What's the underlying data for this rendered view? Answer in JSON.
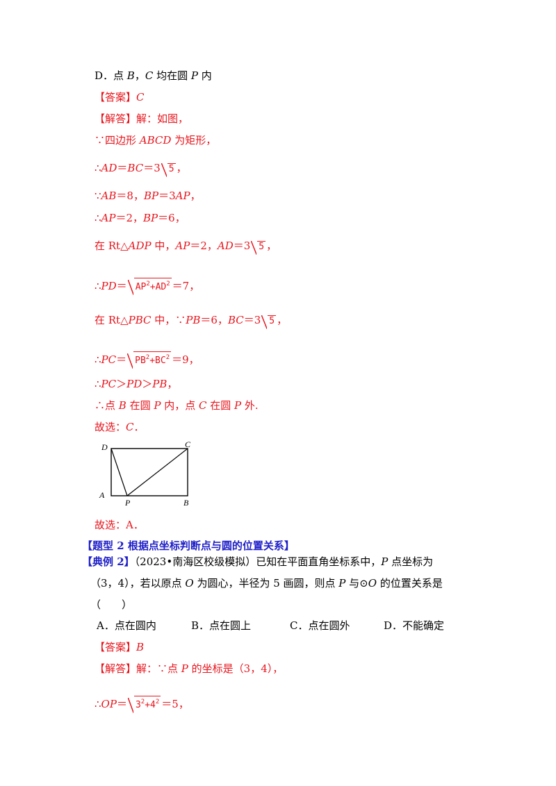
{
  "lines": {
    "optD": [
      "D．点 ",
      "B",
      "，",
      "C",
      " 均在圆 ",
      "P",
      " 内"
    ],
    "ans1": [
      "【答案】",
      "C"
    ],
    "sol1": [
      "【解答】",
      "解：如图，"
    ],
    "l1": [
      "∵四边形 ",
      "ABCD",
      " 为矩形，"
    ],
    "l2": [
      "∴",
      "AD",
      "＝",
      "BC",
      "＝3",
      "5",
      "，"
    ],
    "l3": [
      "∵",
      "AB",
      "＝8，",
      "BP",
      "＝3",
      "AP",
      "，"
    ],
    "l4": [
      "∴",
      "AP",
      "＝2，",
      "BP",
      "＝6，"
    ],
    "l5": [
      "在 Rt△",
      "ADP",
      " 中，",
      "AP",
      "＝2，",
      "AD",
      "＝3",
      "5",
      "，"
    ],
    "l6": [
      "∴",
      "PD",
      "＝",
      "AP",
      "2",
      "+AD",
      "2",
      "＝7，"
    ],
    "l7": [
      "在 Rt△",
      "PBC",
      " 中，∵",
      "PB",
      "＝6，",
      "BC",
      "＝3",
      "5",
      "，"
    ],
    "l8": [
      "∴",
      "PC",
      "＝",
      "PB",
      "2",
      "+BC",
      "2",
      "＝9，"
    ],
    "l9": [
      "∴",
      "PC",
      "＞",
      "PD",
      "＞",
      "PB",
      "，"
    ],
    "l10": [
      "∴点 ",
      "B",
      " 在圆 ",
      "P",
      " 内，点 ",
      "C",
      " 在圆 ",
      "P",
      " 外."
    ],
    "l11": [
      "故选：",
      "C",
      "．"
    ],
    "l12": "故选：A．",
    "heading": "【题型 2  根据点坐标判断点与圆的位置关系】",
    "ex2a": [
      "【典例 2】",
      "（2023•南海区校级模拟）已知在平面直角坐标系中，",
      "P",
      " 点坐标为"
    ],
    "ex2b": [
      "（3，4），若以原点 ",
      "O",
      " 为圆心，半径为 5 画圆，则点 ",
      "P",
      " 与⊙",
      "O",
      " 的位置关系是"
    ],
    "ex2c": "（　　）",
    "ans2": [
      "【答案】",
      "B"
    ],
    "sol2": [
      "【解答】",
      "解：∵点 ",
      "P",
      " 的坐标是（3，4），"
    ],
    "l13": [
      "∴",
      "OP",
      "＝",
      "3",
      "2",
      "+4",
      "2",
      "＝5，"
    ]
  },
  "options": [
    "A．点在圆内",
    "B．点在圆上",
    "C．点在圆外",
    "D．不能确定"
  ],
  "figure": {
    "labels": [
      "D",
      "C",
      "A",
      "P",
      "B"
    ]
  }
}
